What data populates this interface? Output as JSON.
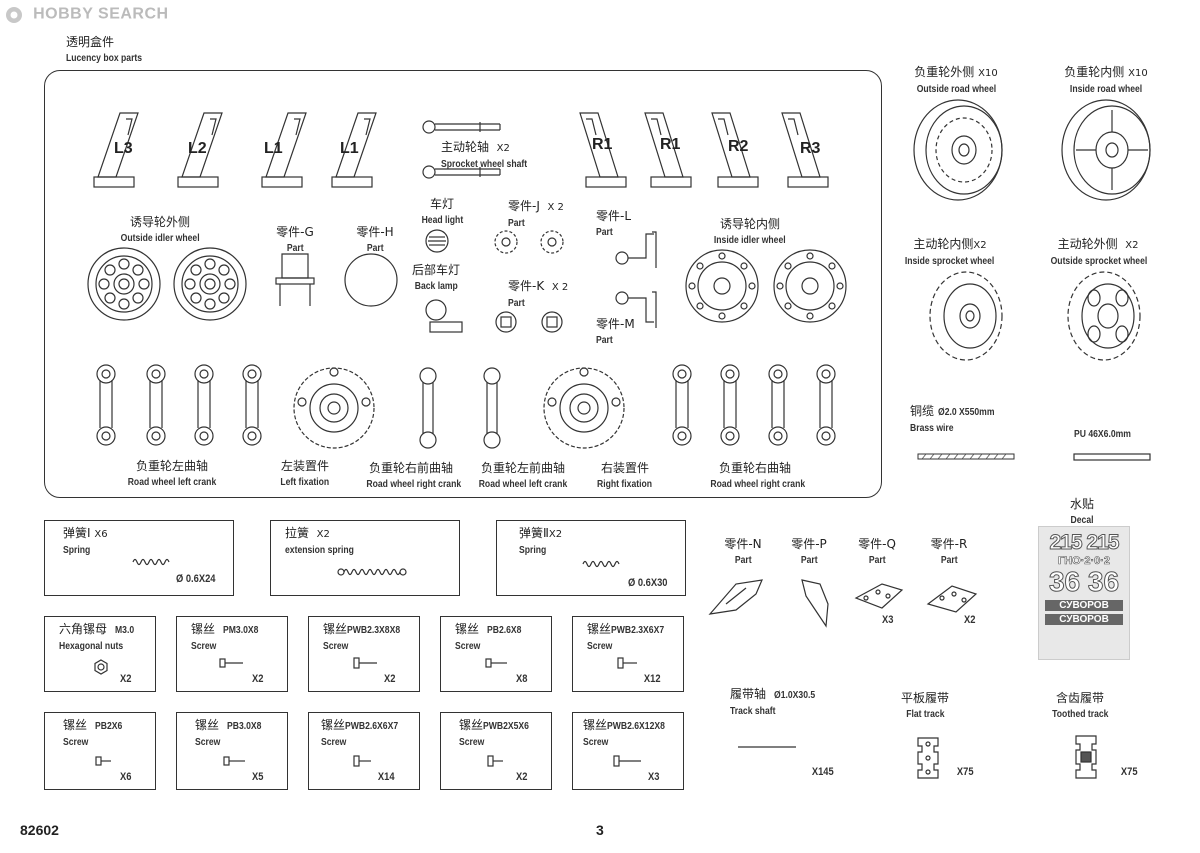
{
  "watermark": "HOBBY SEARCH",
  "footer": {
    "code": "82602",
    "page": "3"
  },
  "lucency": {
    "cn": "透明盒件",
    "en": "Lucency box parts"
  },
  "fenders": {
    "left": [
      "L3",
      "L2",
      "L1",
      "L1"
    ],
    "right": [
      "R1",
      "R1",
      "R2",
      "R3"
    ]
  },
  "sprocket_shaft": {
    "cn": "主动轮轴",
    "qty": "X2",
    "en": "Sprocket wheel shaft"
  },
  "outside_idler": {
    "cn": "诱导轮外侧",
    "en": "Outside idler wheel"
  },
  "inside_idler": {
    "cn": "诱导轮内侧",
    "en": "Inside idler wheel"
  },
  "part_g": {
    "cn": "零件-G",
    "en": "Part"
  },
  "part_h": {
    "cn": "零件-H",
    "en": "Part"
  },
  "head_light": {
    "cn": "车灯",
    "en": "Head light"
  },
  "back_lamp": {
    "cn": "后部车灯",
    "en": "Back lamp"
  },
  "part_j": {
    "cn": "零件-J",
    "qty": "X 2",
    "en": "Part"
  },
  "part_k": {
    "cn": "零件-K",
    "qty": "X 2",
    "en": "Part"
  },
  "part_l": {
    "cn": "零件-L",
    "en": "Part"
  },
  "part_m": {
    "cn": "零件-M",
    "en": "Part"
  },
  "crank_ll": {
    "cn": "负重轮左曲轴",
    "en": "Road wheel left crank"
  },
  "left_fix": {
    "cn": "左装置件",
    "en": "Left fixation"
  },
  "crank_rf": {
    "cn": "负重轮右前曲轴",
    "en": "Road wheel right crank"
  },
  "crank_lf": {
    "cn": "负重轮左前曲轴",
    "en": "Road wheel left crank"
  },
  "right_fix": {
    "cn": "右装置件",
    "en": "Right fixation"
  },
  "crank_rr": {
    "cn": "负重轮右曲轴",
    "en": "Road wheel right crank"
  },
  "outside_road": {
    "cn": "负重轮外侧",
    "qty": "X10",
    "en": "Outside road wheel"
  },
  "inside_road": {
    "cn": "负重轮内侧",
    "qty": "X10",
    "en": "Inside road wheel"
  },
  "inside_sprocket": {
    "cn": "主动轮内侧",
    "qty": "X2",
    "en": "Inside sprocket wheel"
  },
  "outside_sprocket": {
    "cn": "主动轮外侧",
    "qty": "X2",
    "en": "Outside sprocket wheel"
  },
  "brass": {
    "cn": "铜缆",
    "spec": "Ø2.0 X550mm",
    "en": "Brass wire"
  },
  "pu": {
    "en": "PU 46X6.0mm"
  },
  "decal": {
    "cn": "水贴",
    "en": "Decal",
    "lines": [
      "215 215",
      "ГНО·2·0·2",
      "36 36",
      "СУВОРОВ",
      "СУВОРОВ"
    ]
  },
  "spring1": {
    "cn": "弹簧Ⅰ",
    "qty": "X6",
    "en": "Spring",
    "spec": "Ø 0.6X24"
  },
  "ext_spring": {
    "cn": "拉簧",
    "qty": "X2",
    "en": "extension spring"
  },
  "spring2": {
    "cn": "弹簧Ⅱ",
    "qty": "X2",
    "en": "Spring",
    "spec": "Ø 0.6X30"
  },
  "part_n": {
    "cn": "零件-N",
    "en": "Part"
  },
  "part_p": {
    "cn": "零件-P",
    "en": "Part"
  },
  "part_q": {
    "cn": "零件-Q",
    "en": "Part",
    "qty": "X3"
  },
  "part_r": {
    "cn": "零件-R",
    "en": "Part",
    "qty": "X2"
  },
  "hardware_row1": [
    {
      "cn": "六角镙母",
      "spec": "M3.0",
      "en": "Hexagonal nuts",
      "qty": "X2"
    },
    {
      "cn": "镙丝",
      "spec": "PM3.0X8",
      "en": "Screw",
      "qty": "X2"
    },
    {
      "cn": "镙丝",
      "spec": "PWB2.3X8X8",
      "en": "Screw",
      "qty": "X2"
    },
    {
      "cn": "镙丝",
      "spec": "PB2.6X8",
      "en": "Screw",
      "qty": "X8"
    },
    {
      "cn": "镙丝",
      "spec": "PWB2.3X6X7",
      "en": "Screw",
      "qty": "X12"
    }
  ],
  "hardware_row2": [
    {
      "cn": "镙丝",
      "spec": "PB2X6",
      "en": "Screw",
      "qty": "X6"
    },
    {
      "cn": "镙丝",
      "spec": "PB3.0X8",
      "en": "Screw",
      "qty": "X5"
    },
    {
      "cn": "镙丝",
      "spec": "PWB2.6X6X7",
      "en": "Screw",
      "qty": "X14"
    },
    {
      "cn": "镙丝",
      "spec": "PWB2X5X6",
      "en": "Screw",
      "qty": "X2"
    },
    {
      "cn": "镙丝",
      "spec": "PWB2.6X12X8",
      "en": "Screw",
      "qty": "X3"
    }
  ],
  "track_shaft": {
    "cn": "履带轴",
    "spec": "Ø1.0X30.5",
    "en": "Track shaft",
    "qty": "X145"
  },
  "flat_track": {
    "cn": "平板履带",
    "en": "Flat track",
    "qty": "X75"
  },
  "toothed_track": {
    "cn": "含齿履带",
    "en": "Toothed track",
    "qty": "X75"
  }
}
